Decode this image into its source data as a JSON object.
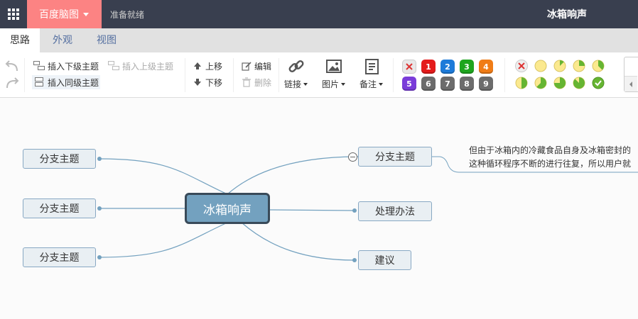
{
  "topbar": {
    "brand": "百度脑图",
    "status": "准备就绪",
    "doc_title": "冰箱响声"
  },
  "tabs": [
    "思路",
    "外观",
    "视图"
  ],
  "toolbar": {
    "insert_child": "插入下级主题",
    "insert_parent": "插入上级主题",
    "insert_sibling": "插入同级主题",
    "move_up": "上移",
    "move_down": "下移",
    "edit": "编辑",
    "delete": "删除",
    "link": "链接",
    "image": "图片",
    "note": "备注",
    "priorities": [
      "1",
      "2",
      "3",
      "4",
      "5",
      "6",
      "7",
      "8",
      "9"
    ],
    "priority_colors": [
      "#e41b1b",
      "#1d7bd9",
      "#1ea51e",
      "#f07c16",
      "#7a3cd9",
      "#6c6c6c",
      "#6c6c6c",
      "#6c6c6c",
      "#6c6c6c"
    ],
    "progress_levels": [
      0,
      0.125,
      0.25,
      0.375,
      0.5,
      0.625,
      0.75,
      0.875,
      1
    ]
  },
  "mindmap": {
    "root": "冰箱响声",
    "left_nodes": [
      "分支主题",
      "分支主题",
      "分支主题"
    ],
    "right_nodes": [
      "分支主题",
      "处理办法",
      "建议"
    ],
    "note_lines": [
      "但由于冰箱内的冷藏食品自身及冰箱密封的",
      "这种循环程序不断的进行往复，所以用户就"
    ]
  }
}
